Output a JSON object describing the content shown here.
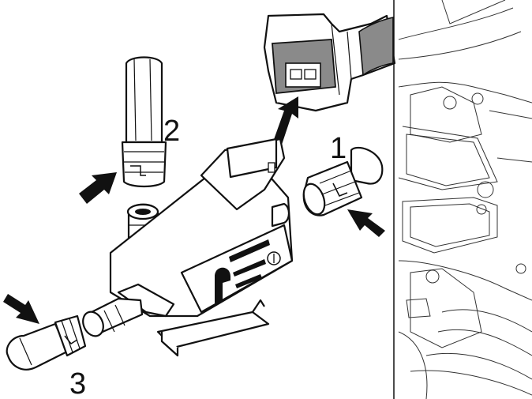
{
  "diagram": {
    "callouts": {
      "one": "1",
      "two": "2",
      "three": "3"
    },
    "colors": {
      "ink": "#111111",
      "connector_fill": "#8a8a8a",
      "background": "#ffffff"
    }
  }
}
